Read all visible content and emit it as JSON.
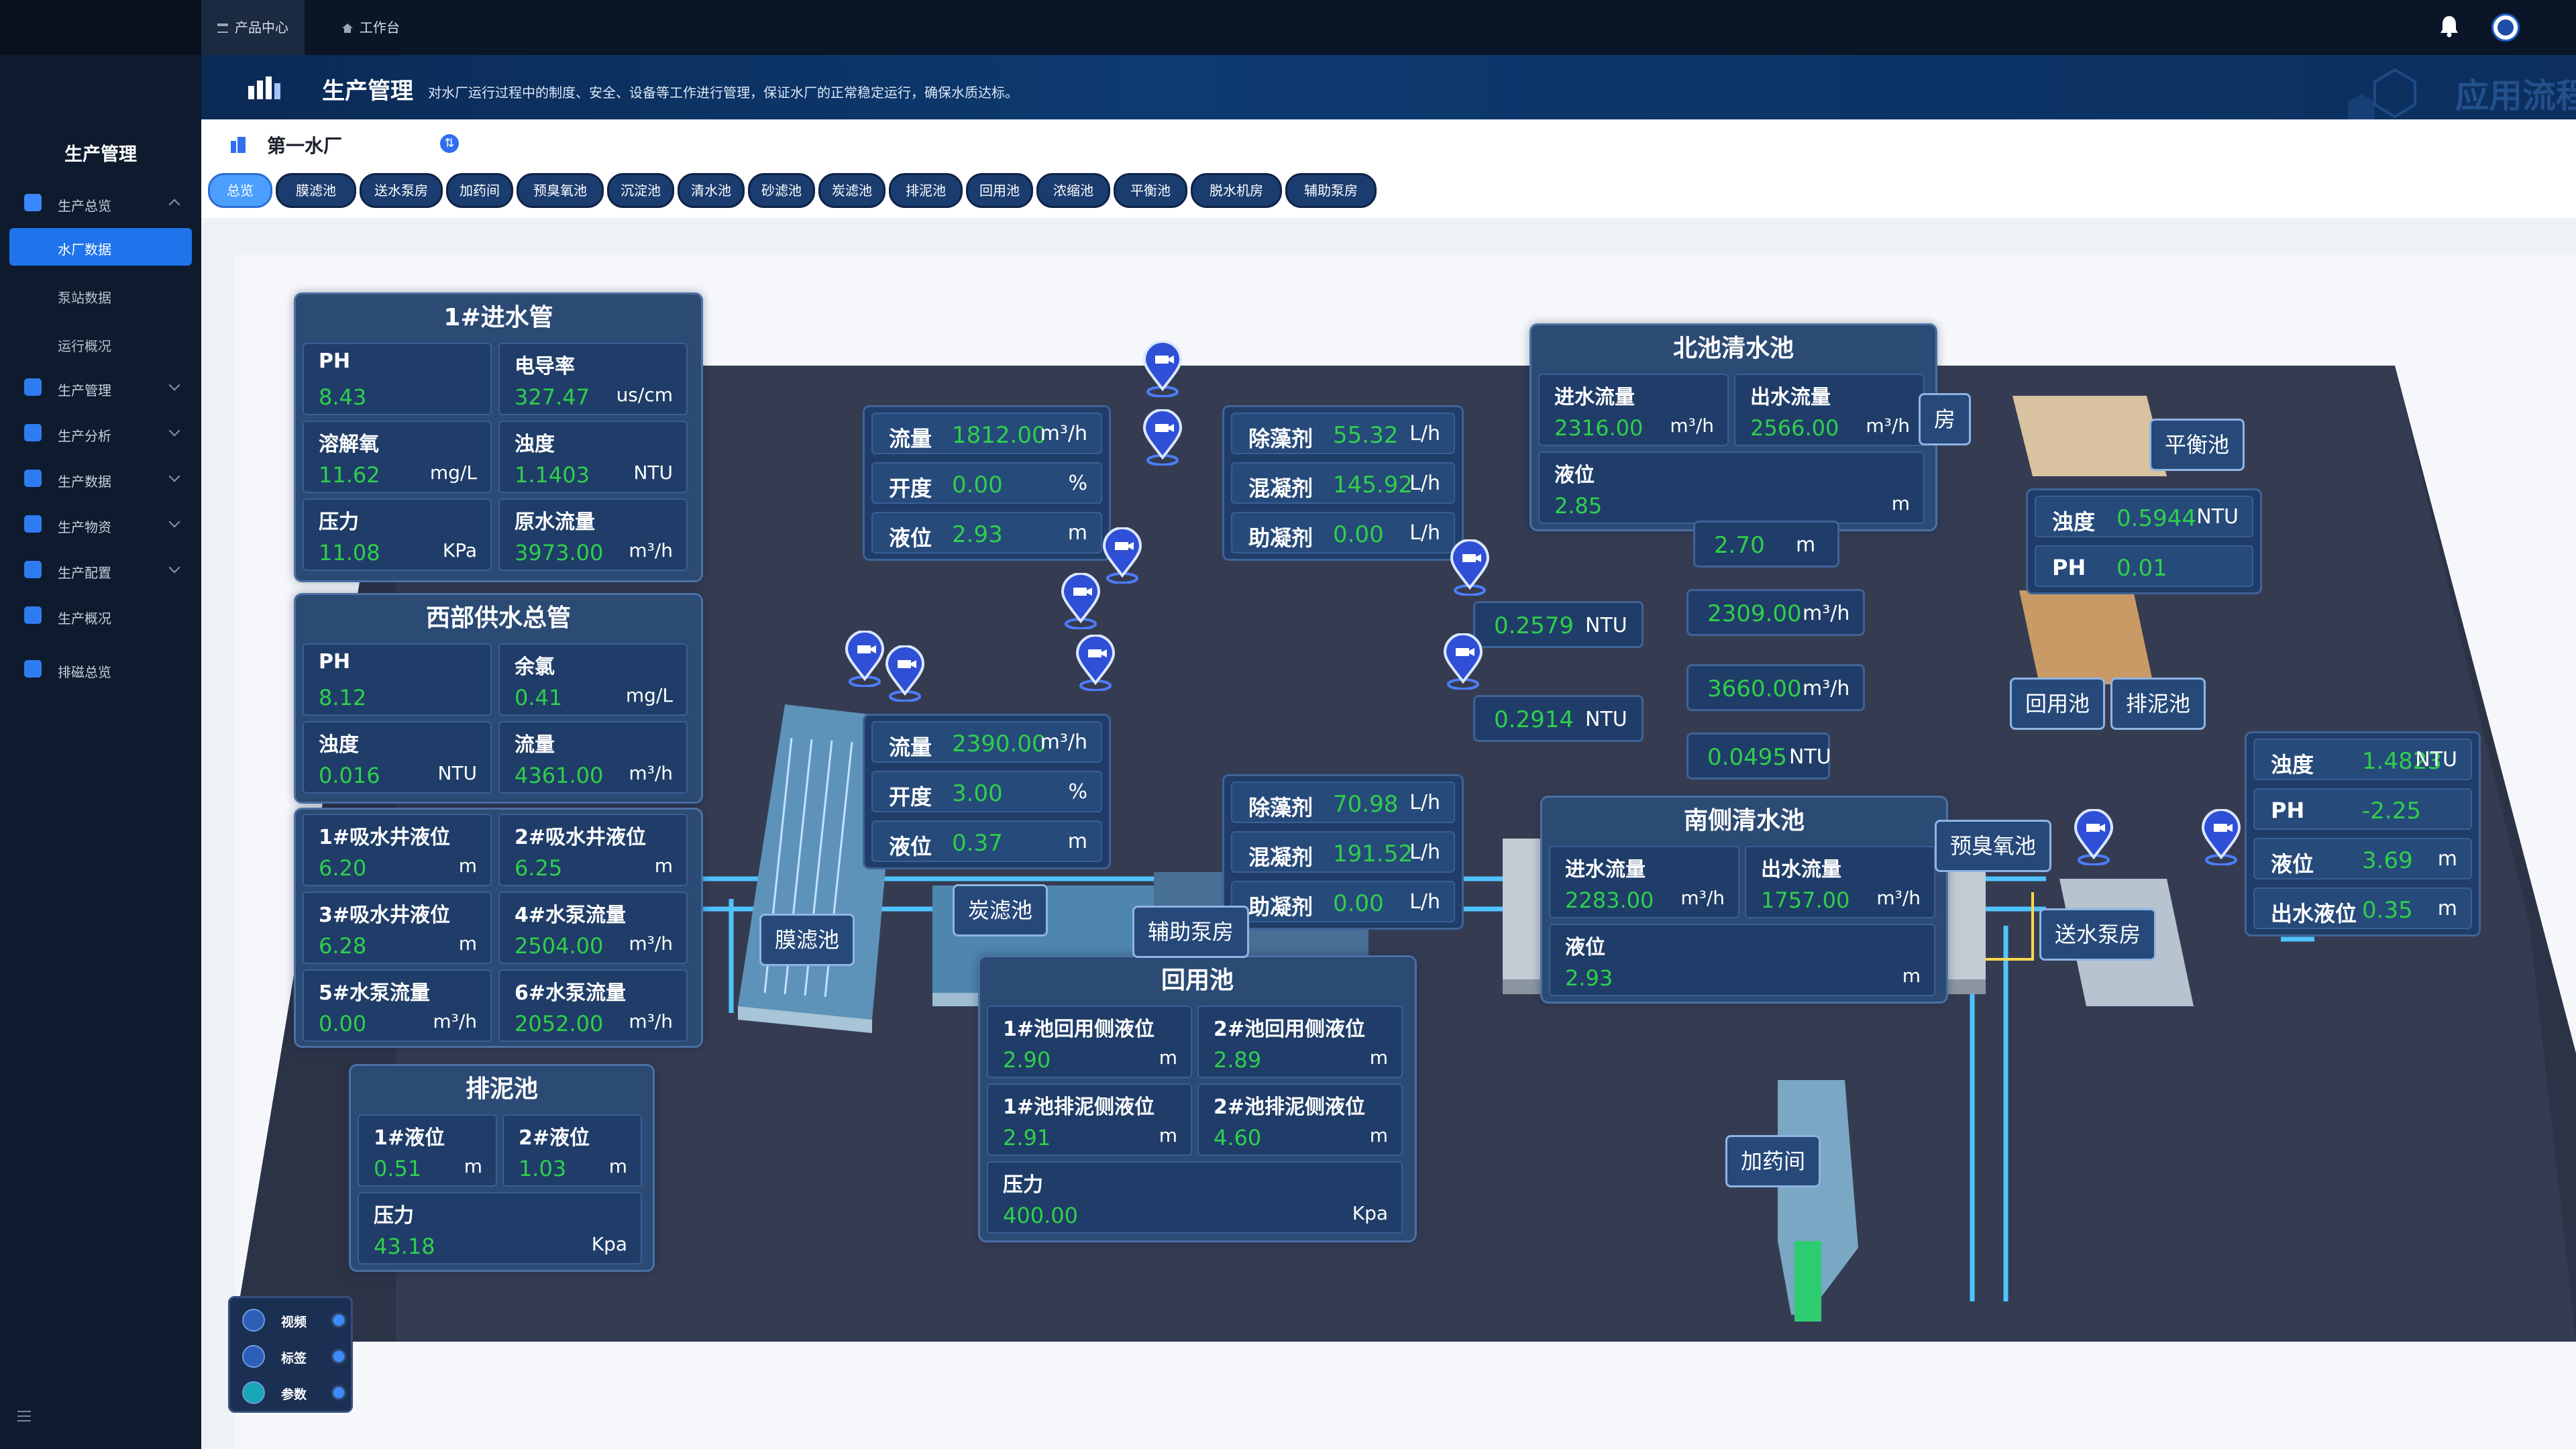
{
  "topbar": {
    "tabs": [
      {
        "label": "产品中心",
        "icon": "menu-icon",
        "active": true
      },
      {
        "label": "工作台",
        "icon": "home-icon",
        "active": false
      }
    ]
  },
  "sidebar": {
    "title": "生产管理",
    "items": [
      {
        "label": "生产总览",
        "icon": "overview-icon",
        "expanded": true
      },
      {
        "label": "生产管理",
        "icon": "cube-icon"
      },
      {
        "label": "生产分析",
        "icon": "document-icon"
      },
      {
        "label": "生产数据",
        "icon": "monitor-icon"
      },
      {
        "label": "生产物资",
        "icon": "box-icon"
      },
      {
        "label": "生产配置",
        "icon": "config-icon"
      },
      {
        "label": "生产概况",
        "icon": "chart-icon"
      },
      {
        "label": "排磁总览",
        "icon": "grid-icon"
      }
    ],
    "sub_items": [
      {
        "label": "水厂数据",
        "active": true
      },
      {
        "label": "泵站数据"
      },
      {
        "label": "运行概况"
      }
    ]
  },
  "banner": {
    "title": "生产管理",
    "description": "对水厂运行过程中的制度、安全、设备等工作进行管理，保证水厂的正常稳定运行，确保水质达标。",
    "watermark": "应用流程"
  },
  "plant": {
    "name": "第一水厂"
  },
  "plant_tabs": [
    "总览",
    "膜滤池",
    "送水泵房",
    "加药间",
    "预臭氧池",
    "沉淀池",
    "清水池",
    "砂滤池",
    "炭滤池",
    "排泥池",
    "回用池",
    "浓缩池",
    "平衡池",
    "脱水机房",
    "辅助泵房"
  ],
  "colors": {
    "value_green": "#2fcf4c",
    "accent": "#4d9fff",
    "panel": "#2b4a74"
  },
  "panels": {
    "inlet": {
      "title": "1#进水管",
      "cells": [
        {
          "label": "PH",
          "value": "8.43",
          "unit": ""
        },
        {
          "label": "电导率",
          "value": "327.47",
          "unit": "us/cm"
        },
        {
          "label": "溶解氧",
          "value": "11.62",
          "unit": "mg/L"
        },
        {
          "label": "浊度",
          "value": "1.1403",
          "unit": "NTU"
        },
        {
          "label": "压力",
          "value": "11.08",
          "unit": "KPa"
        },
        {
          "label": "原水流量",
          "value": "3973.00",
          "unit": "m³/h"
        }
      ]
    },
    "west": {
      "title": "西部供水总管",
      "cells": [
        {
          "label": "PH",
          "value": "8.12",
          "unit": ""
        },
        {
          "label": "余氯",
          "value": "0.41",
          "unit": "mg/L"
        },
        {
          "label": "浊度",
          "value": "0.016",
          "unit": "NTU"
        },
        {
          "label": "流量",
          "value": "4361.00",
          "unit": "m³/h"
        }
      ]
    },
    "wells": {
      "cells": [
        {
          "label": "1#吸水井液位",
          "value": "6.20",
          "unit": "m"
        },
        {
          "label": "2#吸水井液位",
          "value": "6.25",
          "unit": "m"
        },
        {
          "label": "3#吸水井液位",
          "value": "6.28",
          "unit": "m"
        },
        {
          "label": "4#水泵流量",
          "value": "2504.00",
          "unit": "m³/h"
        },
        {
          "label": "5#水泵流量",
          "value": "0.00",
          "unit": "m³/h"
        },
        {
          "label": "6#水泵流量",
          "value": "2052.00",
          "unit": "m³/h"
        }
      ]
    },
    "sludge": {
      "title": "排泥池",
      "cells": [
        {
          "label": "1#液位",
          "value": "0.51",
          "unit": "m"
        },
        {
          "label": "2#液位",
          "value": "1.03",
          "unit": "m"
        },
        {
          "label": "压力",
          "value": "43.18",
          "unit": "Kpa"
        }
      ]
    },
    "north": {
      "title": "北池清水池",
      "cells": [
        {
          "label": "进水流量",
          "value": "2316.00",
          "unit": "m³/h"
        },
        {
          "label": "出水流量",
          "value": "2566.00",
          "unit": "m³/h"
        },
        {
          "label": "液位",
          "value": "2.85",
          "unit": "m"
        }
      ]
    },
    "south": {
      "title": "南侧清水池",
      "cells": [
        {
          "label": "进水流量",
          "value": "2283.00",
          "unit": "m³/h"
        },
        {
          "label": "出水流量",
          "value": "1757.00",
          "unit": "m³/h"
        },
        {
          "label": "液位",
          "value": "2.93",
          "unit": "m"
        }
      ]
    },
    "reuse": {
      "title": "回用池",
      "cells": [
        {
          "label": "1#池回用侧液位",
          "value": "2.90",
          "unit": "m"
        },
        {
          "label": "2#池回用侧液位",
          "value": "2.89",
          "unit": "m"
        },
        {
          "label": "1#池排泥侧液位",
          "value": "2.91",
          "unit": "m"
        },
        {
          "label": "2#池排泥侧液位",
          "value": "4.60",
          "unit": "m"
        },
        {
          "label": "压力",
          "value": "400.00",
          "unit": "Kpa"
        }
      ]
    }
  },
  "flow_boxes": [
    {
      "rows": [
        {
          "label": "流量",
          "value": "1812.00",
          "unit": "m³/h"
        },
        {
          "label": "开度",
          "value": "0.00",
          "unit": "%"
        },
        {
          "label": "液位",
          "value": "2.93",
          "unit": "m"
        }
      ]
    },
    {
      "rows": [
        {
          "label": "流量",
          "value": "2390.00",
          "unit": "m³/h"
        },
        {
          "label": "开度",
          "value": "3.00",
          "unit": "%"
        },
        {
          "label": "液位",
          "value": "0.37",
          "unit": "m"
        }
      ]
    },
    {
      "rows": [
        {
          "label": "除藻剂",
          "value": "55.32",
          "unit": "L/h"
        },
        {
          "label": "混凝剂",
          "value": "145.92",
          "unit": "L/h"
        },
        {
          "label": "助凝剂",
          "value": "0.00",
          "unit": "L/h"
        }
      ]
    },
    {
      "rows": [
        {
          "label": "除藻剂",
          "value": "70.98",
          "unit": "L/h"
        },
        {
          "label": "混凝剂",
          "value": "191.52",
          "unit": "L/h"
        },
        {
          "label": "助凝剂",
          "value": "0.00",
          "unit": "L/h"
        }
      ]
    },
    {
      "rows": [
        {
          "label": "浊度",
          "value": "0.5944",
          "unit": "NTU"
        },
        {
          "label": "PH",
          "value": "0.01",
          "unit": ""
        }
      ]
    },
    {
      "rows": [
        {
          "label": "浊度",
          "value": "1.4823",
          "unit": "NTU"
        },
        {
          "label": "PH",
          "value": "-2.25",
          "unit": ""
        },
        {
          "label": "液位",
          "value": "3.69",
          "unit": "m"
        },
        {
          "label": "出水液位",
          "value": "0.35",
          "unit": "m"
        }
      ]
    }
  ],
  "badges": [
    {
      "value": "0.2579",
      "unit": "NTU"
    },
    {
      "value": "0.2914",
      "unit": "NTU"
    },
    {
      "value": "2.70",
      "unit": "m"
    },
    {
      "value": "2309.00",
      "unit": "m³/h"
    },
    {
      "value": "3660.00",
      "unit": "m³/h"
    },
    {
      "value": "0.0495",
      "unit": "NTU"
    }
  ],
  "labels": [
    "膜滤池",
    "炭滤池",
    "辅助泵房",
    "平衡池",
    "回用池",
    "排泥池",
    "预臭氧池",
    "送水泵房",
    "加药间",
    "房"
  ],
  "legend": [
    {
      "label": "视频",
      "icon": "video-icon"
    },
    {
      "label": "标签",
      "icon": "tag-icon"
    },
    {
      "label": "参数",
      "icon": "params-icon"
    }
  ]
}
